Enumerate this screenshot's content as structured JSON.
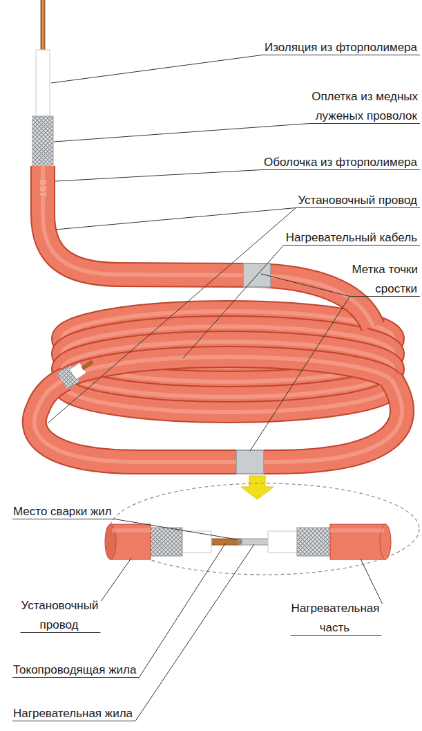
{
  "diagram": {
    "labels": [
      "Изоляция из фторполимера",
      "Оплетка из медных луженых проволок",
      "Оболочка из фторполимера",
      "Установочный провод",
      "Нагревательный кабель",
      "Метка точки сростки",
      "Место сварки жил",
      "Установочный провод",
      "Токопроводящая жила",
      "Нагревательная жила",
      "Нагревательная часть",
      "SST"
    ]
  }
}
